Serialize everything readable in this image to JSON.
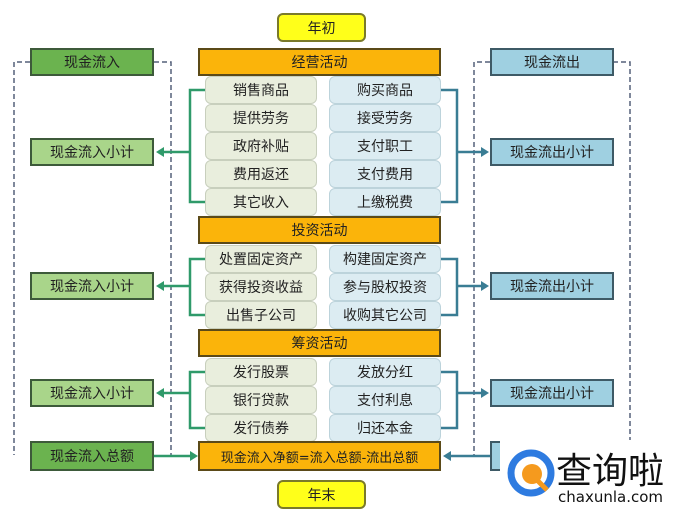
{
  "top": "年初",
  "bottom": "年末",
  "sections": [
    {
      "title": "经营活动",
      "inflows": [
        "销售商品",
        "提供劳务",
        "政府补贴",
        "费用返还",
        "其它收入"
      ],
      "outflows": [
        "购买商品",
        "接受劳务",
        "支付职工",
        "支付费用",
        "上缴税费"
      ]
    },
    {
      "title": "投资活动",
      "inflows": [
        "处置固定资产",
        "获得投资收益",
        "出售子公司"
      ],
      "outflows": [
        "构建固定资产",
        "参与股权投资",
        "收购其它公司"
      ]
    },
    {
      "title": "筹资活动",
      "inflows": [
        "发行股票",
        "银行贷款",
        "发行债券"
      ],
      "outflows": [
        "发放分红",
        "支付利息",
        "归还本金"
      ]
    }
  ],
  "left": {
    "head": "现金流入",
    "subtotal": "现金流入小计",
    "total": "现金流入总额"
  },
  "right": {
    "head": "现金流出",
    "subtotal": "现金流出小计"
  },
  "net": "现金流入净额=流入总额-流出总额",
  "watermark": {
    "name": "查询啦",
    "url": "chaxunla.com"
  }
}
